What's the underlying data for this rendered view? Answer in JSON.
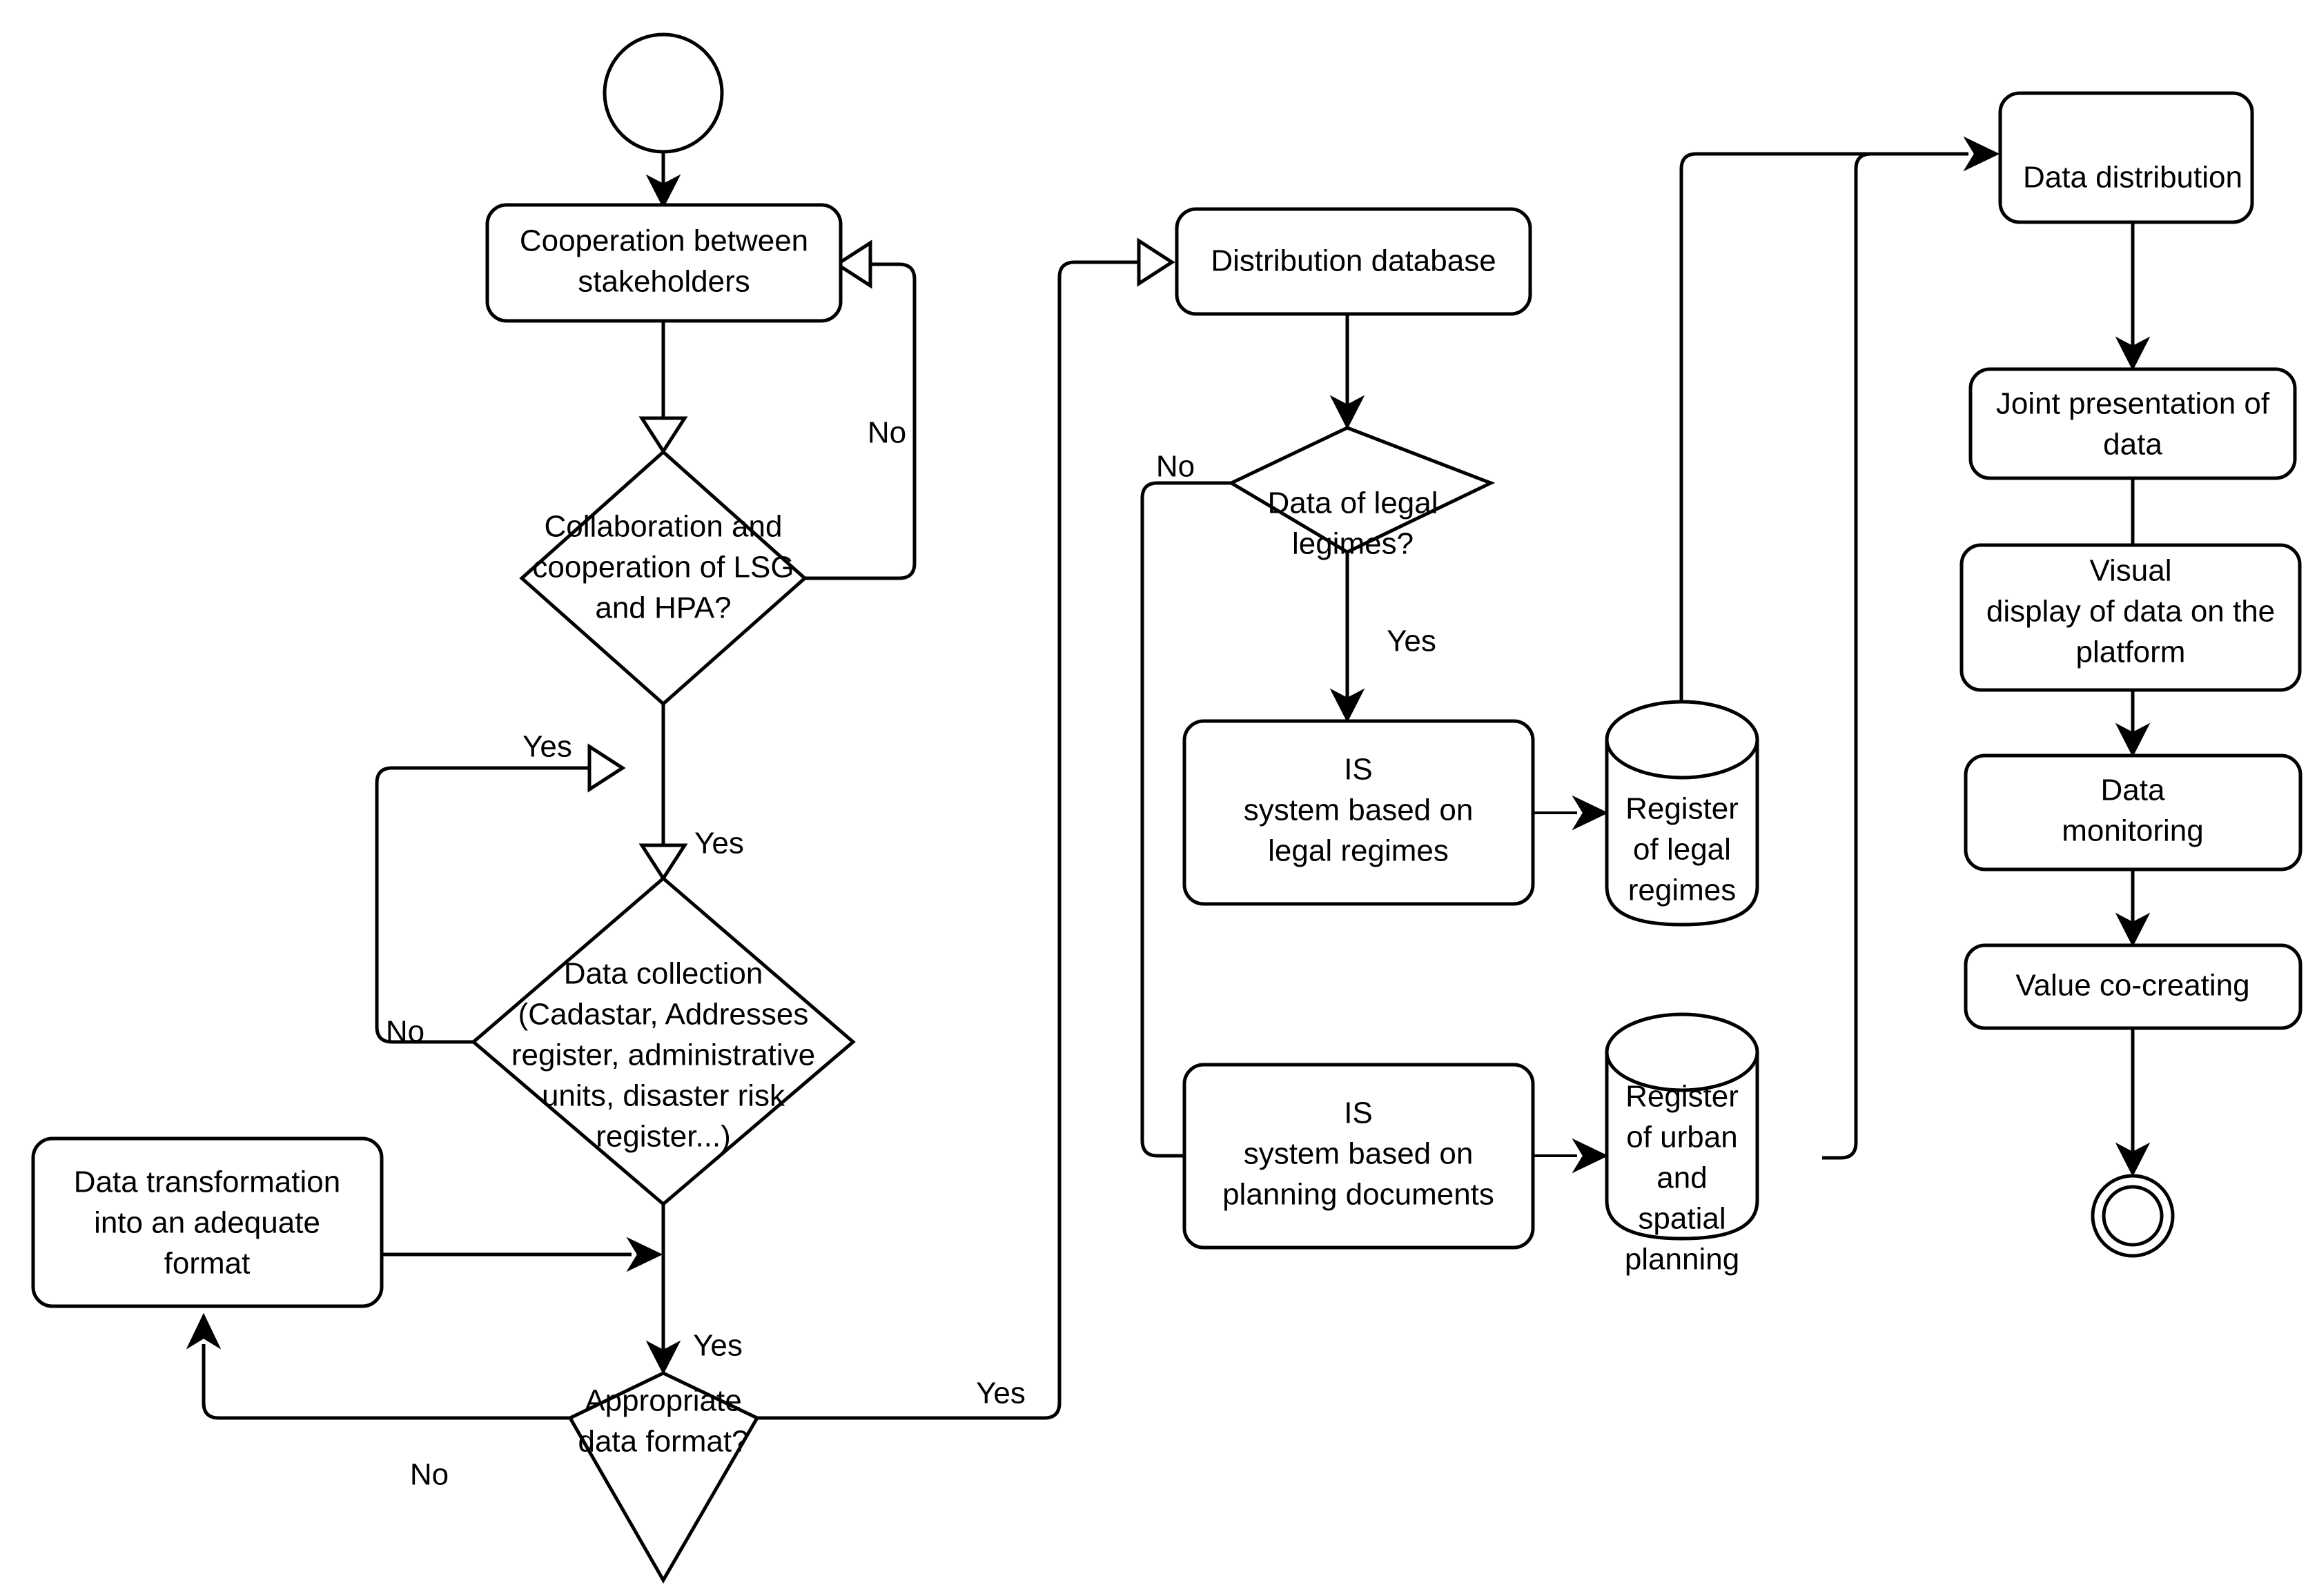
{
  "diagram": {
    "title": "Data sharing and co-creation process flowchart",
    "type": "flowchart",
    "stroke_color": "#000000",
    "fill_color": "#ffffff",
    "nodes": {
      "start": {
        "shape": "start-circle",
        "label": ""
      },
      "cooperation": {
        "shape": "rounded-rectangle",
        "line1": "Cooperation between",
        "line2": "stakeholders"
      },
      "collab_decision": {
        "shape": "diamond",
        "line1": "Collaboration and",
        "line2": "cooperation of LSG",
        "line3": "and HPA?"
      },
      "data_collection": {
        "shape": "diamond",
        "line1": "Data collection",
        "line2": "(Cadastar, Addresses",
        "line3": "register, administrative",
        "line4": "units, disaster risk",
        "line5": "register...)"
      },
      "data_transformation": {
        "shape": "rounded-rectangle",
        "line1": "Data transformation",
        "line2": "into an adequate",
        "line3": "format"
      },
      "format_decision": {
        "shape": "diamond",
        "line1": "Appropriate",
        "line2": "data format?"
      },
      "distribution_database": {
        "shape": "rounded-rectangle",
        "line1": "Distribution database"
      },
      "legal_decision": {
        "shape": "diamond",
        "line1": "Data of legal",
        "line2": "legimes?"
      },
      "is_legal": {
        "shape": "rounded-rectangle",
        "line1": "IS",
        "line2": "system based on",
        "line3": "legal regimes"
      },
      "is_planning": {
        "shape": "rounded-rectangle",
        "line1": "IS",
        "line2": "system based on",
        "line3": "planning documents"
      },
      "register_legal": {
        "shape": "cylinder",
        "line1": "Register",
        "line2": "of legal",
        "line3": "regimes"
      },
      "register_urban": {
        "shape": "cylinder",
        "line1": "Register",
        "line2": "of urban",
        "line3": "and",
        "line4": "spatial",
        "line5": "planning"
      },
      "data_distribution": {
        "shape": "rounded-rectangle",
        "line1": "Data distribution"
      },
      "joint_presentation": {
        "shape": "rounded-rectangle",
        "line1": "Joint presentation of",
        "line2": "data"
      },
      "visual_display": {
        "shape": "rounded-rectangle",
        "line1": "Visual",
        "line2": "display of data on the",
        "line3": "platform"
      },
      "data_monitoring": {
        "shape": "rounded-rectangle",
        "line1": "Data",
        "line2": "monitoring"
      },
      "value_cocreating": {
        "shape": "rounded-rectangle",
        "line1": "Value co-creating"
      },
      "end": {
        "shape": "end-circle",
        "label": ""
      }
    },
    "edge_labels": {
      "collab_no": "No",
      "collab_yes_down": "Yes",
      "collection_yes_in": "Yes",
      "collection_no": "No",
      "format_yes_top": "Yes",
      "format_no": "No",
      "format_yes_right": "Yes",
      "legal_no": "No",
      "legal_yes": "Yes"
    }
  }
}
